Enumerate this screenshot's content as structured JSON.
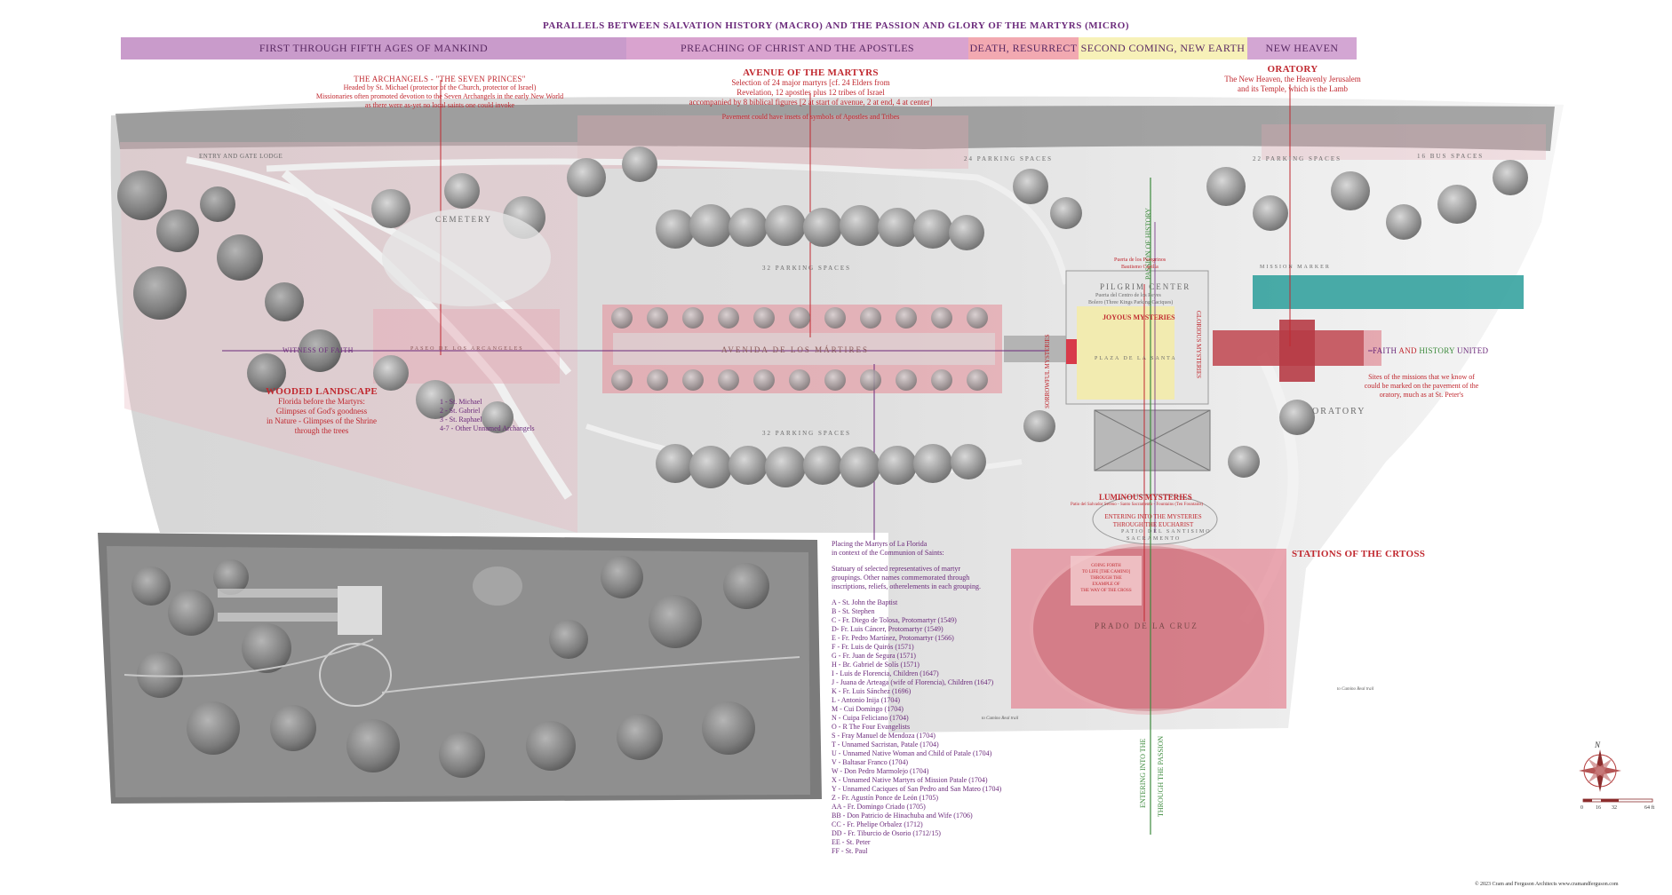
{
  "title": "PARALLELS BETWEEN SALVATION HISTORY (MACRO) AND THE PASSION AND GLORY OF THE MARTYRS (MICRO)",
  "bands": [
    {
      "label": "FIRST THROUGH FIFTH AGES OF MANKIND",
      "color": "#c99bcb"
    },
    {
      "label": "PREACHING OF CHRIST AND THE APOSTLES",
      "color": "#d9a3cf"
    },
    {
      "label": "DEATH, RESURRECT",
      "color": "#f2a9b1"
    },
    {
      "label": "SECOND COMING, NEW EARTH",
      "color": "#f7f1b8"
    },
    {
      "label": "NEW HEAVEN",
      "color": "#d3a6d3"
    }
  ],
  "archangels": {
    "heading": "THE ARCHANGELS - \"THE SEVEN PRINCES\"",
    "line1": "Headed by St. Michael (protector of the Church, protector of Israel)",
    "line2": "Missionaries often promoted devotion to the Seven Archangels in the early New World",
    "line3": "as there were as-yet no local saints one could invoke"
  },
  "avenue": {
    "heading": "AVENUE OF THE MARTYRS",
    "line1": "Selection of 24 major martyrs [cf. 24 Elders from",
    "line2": "Revelation, 12 apostles plus 12 tribes of Israel",
    "line3": "accompanied by 8 biblical figures [2 at start of avenue, 2 at end, 4 at center]",
    "line4": "Pavement could have insets of symbols of Apostles and Tribes"
  },
  "oratory_heading": {
    "heading": "ORATORY",
    "line1": "The New Heaven, the Heavenly Jerusalem",
    "line2": "and its Temple, which is the Lamb"
  },
  "plan_labels": {
    "entry": "ENTRY AND GATE LODGE",
    "cemetery": "CEMETERY",
    "parking_top_center": "32 PARKING SPACES",
    "parking_bottom": "32 PARKING SPACES",
    "parking_24": "24 PARKING SPACES",
    "parking_22": "22 PARKING SPACES",
    "bus": "16 BUS SPACES",
    "avenida": "AVENIDA DE LOS MÁRTIRES",
    "paseo": "PASEO DE LOS ARCANGELES",
    "pilgrim": "PILGRIM CENTER",
    "pilgrim_sub1": "Puerta del Centro de los Reyes",
    "pilgrim_sub2": "Bolero (Three Kings Parking Caciques)",
    "oratory": "ORATORY",
    "prado": "PRADO DE LA CRUZ",
    "patio1": "PATIO DEL SANTISIMO",
    "patio2": "SACRAMENTO",
    "mission": "MISSION MARKER",
    "plaza": "PLAZA DE LA SANTA"
  },
  "witness": "WITNESS OF FAITH",
  "faith": {
    "w1": "FAITH",
    "w2": "AND",
    "w3": "HISTORY",
    "w4": "UNITED"
  },
  "faith_note": {
    "line1": "Sites of the missions that we know of",
    "line2": "could be marked on the pavement of the",
    "line3": "oratory, much as at St. Peter's"
  },
  "wooded": {
    "heading": "WOODED LANDSCAPE",
    "line1": "Florida before the Martyrs:",
    "line2": "Glimpses of God's goodness",
    "line3": "in Nature - Glimpses of the Shrine",
    "line4": "through the trees"
  },
  "archangel_list": [
    "1 - St. Michael",
    "2 - St. Gabriel",
    "3 - St. Raphael",
    "4-7 - Other Unnamed Archangels"
  ],
  "mysteries": {
    "joyous": "JOYOUS MYSTERIES",
    "sorrowful": "SORROWFUL MYSTERIES",
    "glorious": "GLORIOUS MYSTERIES",
    "luminous": "LUMINOUS MYSTERIES",
    "luminous_sub": "Patio del Salvador Sereno - Santo Sacramento - Fountains (Ten Fountains)",
    "passion": "PASSION OF HISTORY",
    "entering": "ENTERING INTO THE MYSTERIES",
    "through": "THROUGH THE EUCHARIST",
    "entering_v1": "ENTERING INTO THE",
    "entering_v2": "THROUGH THE PASSION",
    "pub1": "Puerta de los Peregrinos",
    "pub2": "Bautismo Capilla"
  },
  "stations": "STATIONS OF THE CRTOSS",
  "going_forth": {
    "line1": "GOING FORTH",
    "line2": "TO LIFE [THE CAMINO]",
    "line3": "THROUGH THE",
    "line4": "EXAMPLE OF",
    "line5": "THE WAY OF THE CROSS"
  },
  "legend": {
    "intro1": "Placing the Martyrs of La Florida",
    "intro2": "in context of the Communion of Saints:",
    "para1": "Statuary of selected representatives of martyr",
    "para2": "groupings. Other names commemorated through",
    "para3": "inscriptions, reliefs, otherelements in each grouping.",
    "items": [
      "A - St. John the Baptist",
      "B - St. Stephen",
      "C - Fr. Diego de Tolosa, Protomartyr (1549)",
      "D- Fr. Luis Cáncer, Protomartyr (1549)",
      "E - Fr. Pedro Martínez, Protomartyr (1566)",
      "F - Fr. Luis de Quirós (1571)",
      "G - Fr. Juan de Segura (1571)",
      "H - Br. Gabriel de Solís (1571)",
      "I - Luis de Florencia, Children (1647)",
      "J - Juana de Arteaga (wife of Florencia), Children (1647)",
      "K - Fr. Luis Sánchez (1696)",
      "L - Antonio Inija (1704)",
      "M - Cui Domingo (1704)",
      "N - Cuipa Feliciano (1704)",
      "O - R The Four Evangelists",
      "S - Fray Manuel de Mendoza (1704)",
      "T - Unnamed Sacristan, Patale (1704)",
      "U - Unnamed Native Woman and Child of Patale (1704)",
      "V - Baltasar Franco (1704)",
      "W - Don Pedro Marmolejo (1704)",
      "X - Unnamed Native Martyrs of Mission Patale (1704)",
      "Y - Unnamed Caciques of San Pedro and San Mateo (1704)",
      "Z - Fr. Agustín Ponce de León (1705)",
      "AA - Fr. Domingo Criado (1705)",
      "BB - Don Patricio de Hinachuba and Wife (1706)",
      "CC - Fr. Phelipe Orbalez (1712)",
      "DD - Fr. Tiburcio de Osorio (1712/15)",
      "EE - St. Peter",
      "FF - St. Paul"
    ]
  },
  "trail1": "to Camino Real trail",
  "trail2": "to Camino Real trail",
  "compass_n": "N",
  "scale": [
    "0",
    "16",
    "32",
    "64 ft"
  ],
  "copyright": "© 2023 Cram and Ferguson Architects www.cramandferguson.com"
}
